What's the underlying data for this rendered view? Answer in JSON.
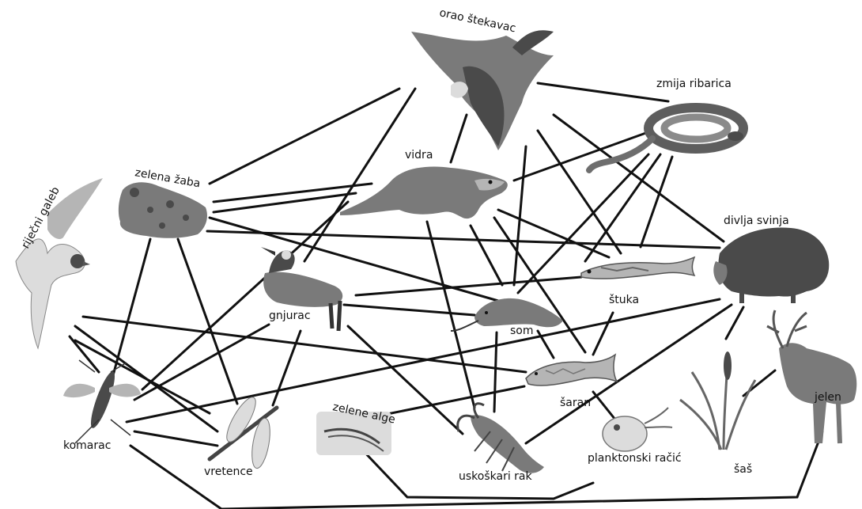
{
  "labels": {
    "orao": "orao štekavac",
    "zmija": "zmija ribarica",
    "vidra": "vidra",
    "zaba": "zelena žaba",
    "galeb": "riječni galeb",
    "svinja": "divlja svinja",
    "gnjurac": "gnjurac",
    "stuka": "štuka",
    "som": "som",
    "saran": "šaran",
    "jelen": "jelen",
    "alge": "zelene alge",
    "komarac": "komarac",
    "vretence": "vretence",
    "rak": "uskoškari rak",
    "racic": "planktonski račić",
    "sas": "šaš"
  },
  "colors": {
    "line": "#111111",
    "text": "#111111",
    "background": "#ffffff"
  }
}
